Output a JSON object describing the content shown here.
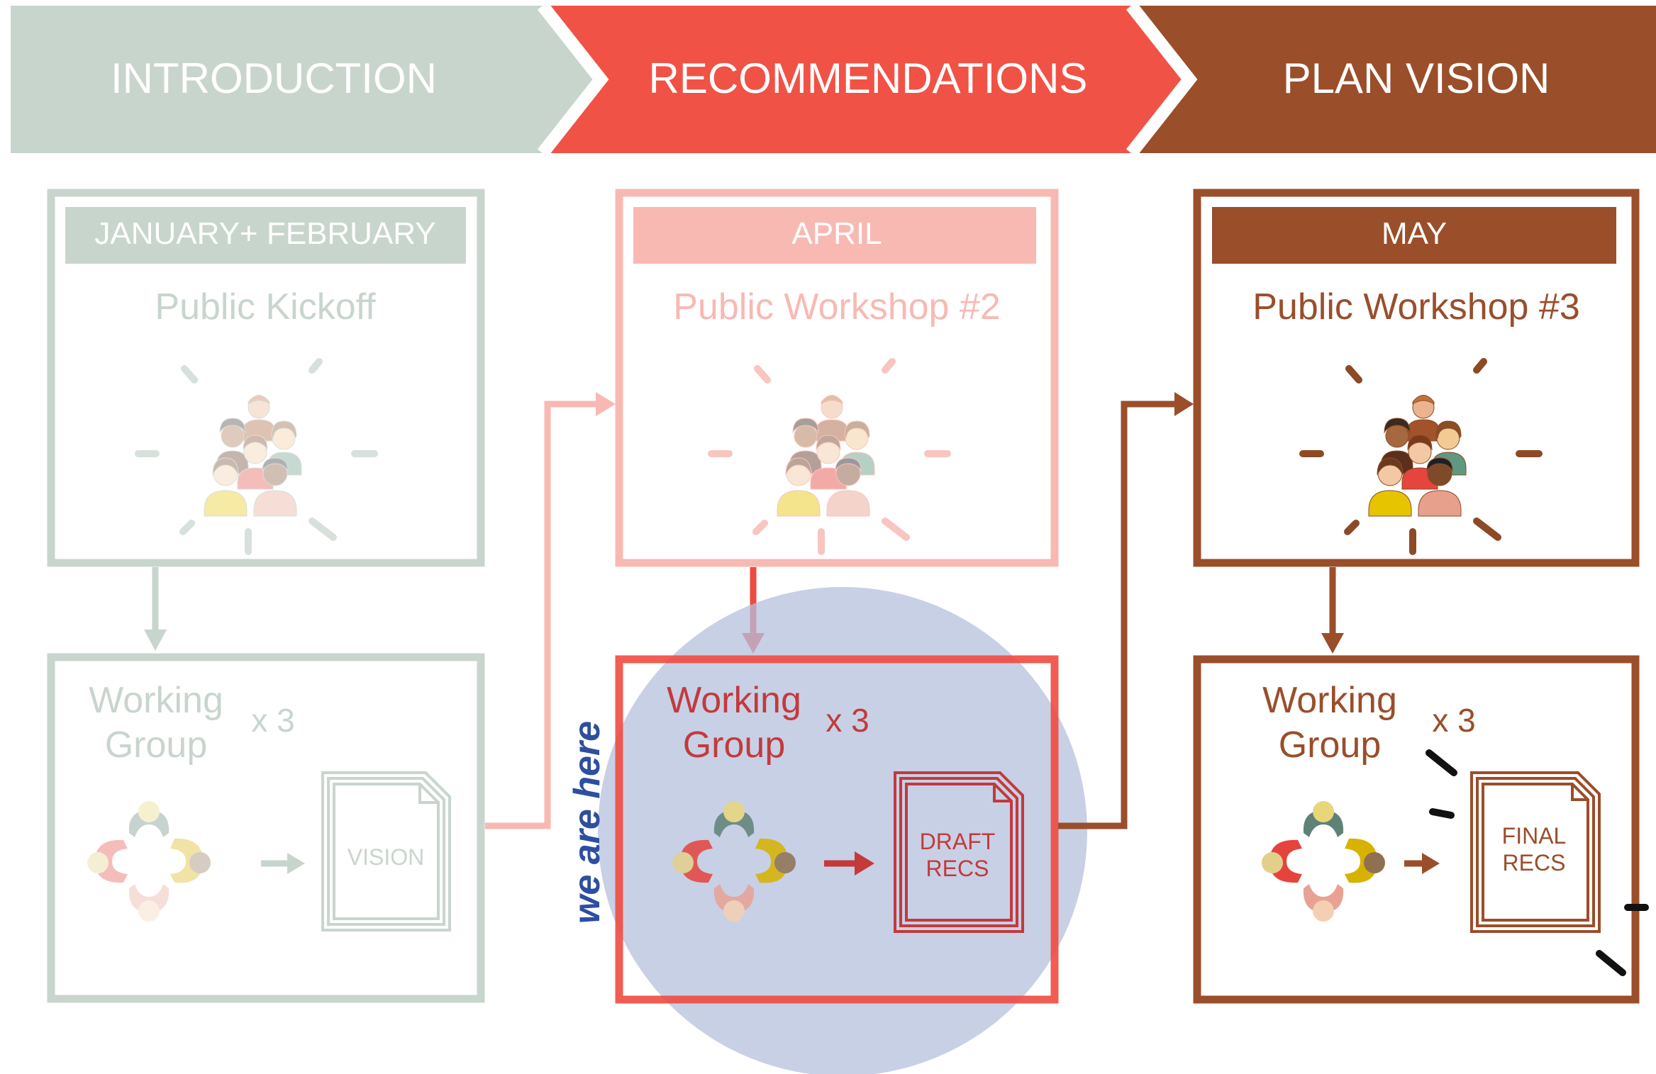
{
  "phases": {
    "intro": {
      "label": "INTRODUCTION",
      "color": "#C8D5CD"
    },
    "recs": {
      "label": "RECOMMENDATIONS",
      "color": "#F15246"
    },
    "plan": {
      "label": "PLAN VISION",
      "color": "#9A4E2A"
    }
  },
  "columns": {
    "intro": {
      "month": "JANUARY+ FEBRUARY",
      "event": "Public Kickoff",
      "wg_line1": "Working",
      "wg_line2": "Group",
      "multiplier": "x 3",
      "doc_label": "VISION",
      "color": "#C8D5CD"
    },
    "recs": {
      "month": "APRIL",
      "event": "Public Workshop #2",
      "wg_line1": "Working",
      "wg_line2": "Group",
      "multiplier": "x 3",
      "doc_line1": "DRAFT",
      "doc_line2": "RECS",
      "color": "#F8B9B3",
      "accent": "#EF4A40"
    },
    "plan": {
      "month": "MAY",
      "event": "Public Workshop #3",
      "wg_line1": "Working",
      "wg_line2": "Group",
      "multiplier": "x 3",
      "doc_line1": "FINAL",
      "doc_line2": "RECS",
      "color": "#9A4E2A"
    }
  },
  "marker": {
    "label": "we are here",
    "color": "#2E4EA0",
    "fill": "#B6C0DC"
  }
}
